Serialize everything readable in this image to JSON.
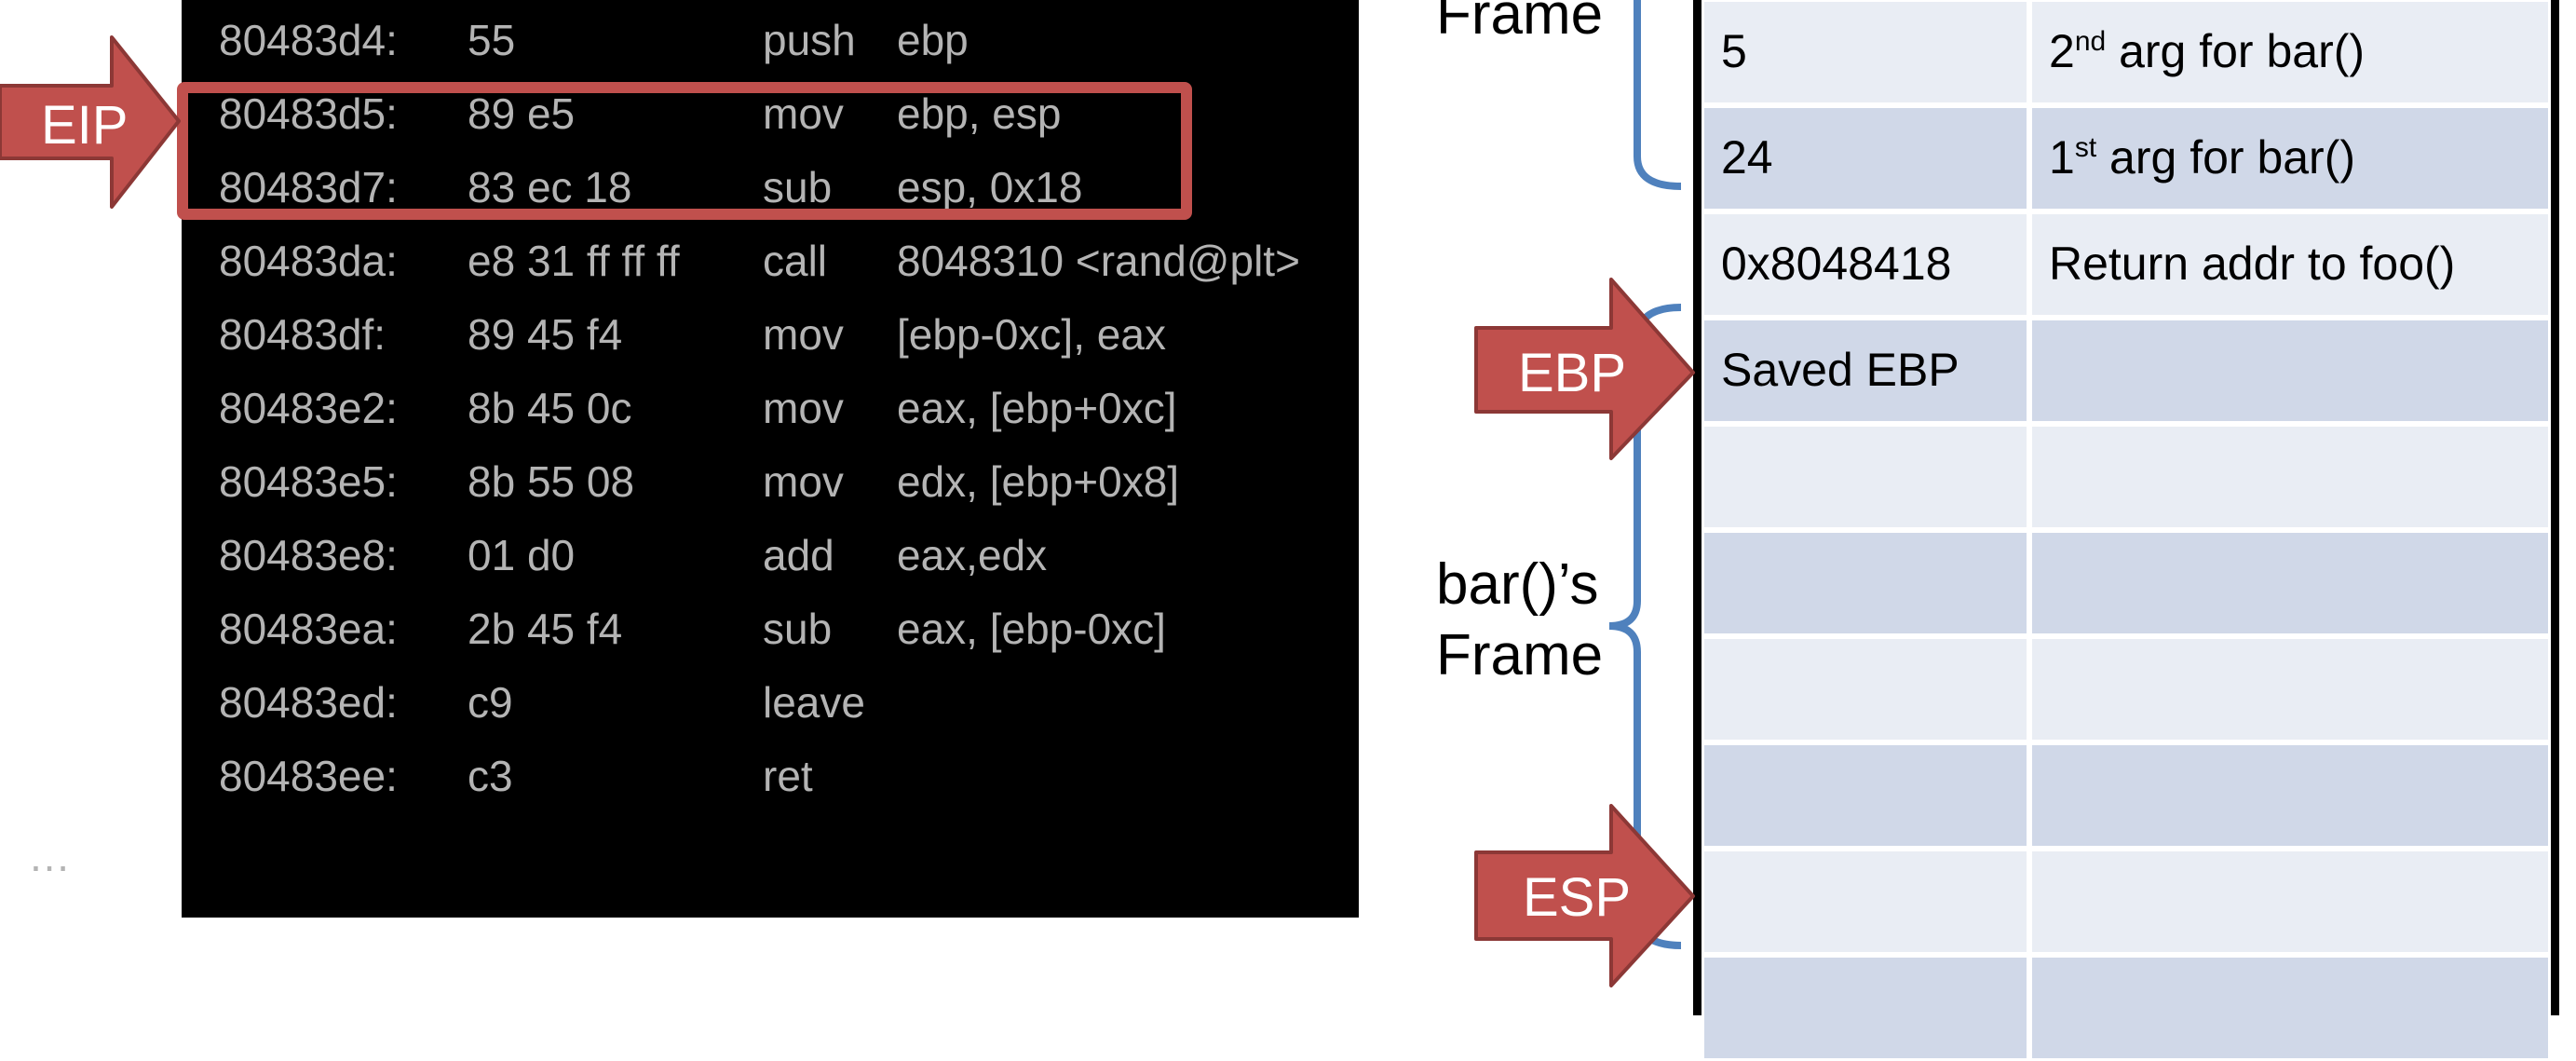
{
  "colors": {
    "asm_background": "#000000",
    "asm_text": "#b4b4b4",
    "highlight": "#c0504d",
    "arrow_fill": "#c0504d",
    "arrow_stroke": "#8c3836",
    "brace": "#4f81bd",
    "cell_dark": "#d0d8e8",
    "cell_light": "#e9edf4"
  },
  "disassembly": [
    {
      "addr": "80483d4:",
      "bytes": "55",
      "mnemonic": "push",
      "operands": "ebp"
    },
    {
      "addr": "80483d5:",
      "bytes": "89 e5",
      "mnemonic": "mov",
      "operands": "ebp, esp"
    },
    {
      "addr": "80483d7:",
      "bytes": "83 ec 18",
      "mnemonic": "sub",
      "operands": "esp, 0x18"
    },
    {
      "addr": "80483da:",
      "bytes": "e8 31 ff ff ff",
      "mnemonic": "call",
      "operands": "8048310 <rand@plt>"
    },
    {
      "addr": "80483df:",
      "bytes": "89 45 f4",
      "mnemonic": "mov",
      "operands": "[ebp-0xc], eax"
    },
    {
      "addr": "80483e2:",
      "bytes": "8b 45 0c",
      "mnemonic": "mov",
      "operands": "eax, [ebp+0xc]"
    },
    {
      "addr": "80483e5:",
      "bytes": "8b 55 08",
      "mnemonic": "mov",
      "operands": "edx, [ebp+0x8]"
    },
    {
      "addr": "80483e8:",
      "bytes": "01 d0",
      "mnemonic": "add",
      "operands": "eax,edx"
    },
    {
      "addr": "80483ea:",
      "bytes": "2b 45 f4",
      "mnemonic": "sub",
      "operands": "eax, [ebp-0xc]"
    },
    {
      "addr": "80483ed:",
      "bytes": "c9",
      "mnemonic": "leave",
      "operands": ""
    },
    {
      "addr": "80483ee:",
      "bytes": "c3",
      "mnemonic": "ret",
      "operands": ""
    }
  ],
  "ellipsis": "…",
  "stack": [
    {
      "value": "5",
      "desc_pre": "2",
      "desc_sup": "nd",
      "desc_post": " arg for bar()"
    },
    {
      "value": "24",
      "desc_pre": "1",
      "desc_sup": "st",
      "desc_post": " arg for bar()"
    },
    {
      "value": "0x8048418",
      "desc_pre": "Return addr to foo()",
      "desc_sup": "",
      "desc_post": ""
    },
    {
      "value": "Saved EBP",
      "desc_pre": "",
      "desc_sup": "",
      "desc_post": ""
    },
    {
      "value": "",
      "desc_pre": "",
      "desc_sup": "",
      "desc_post": ""
    },
    {
      "value": "",
      "desc_pre": "",
      "desc_sup": "",
      "desc_post": ""
    },
    {
      "value": "",
      "desc_pre": "",
      "desc_sup": "",
      "desc_post": ""
    },
    {
      "value": "",
      "desc_pre": "",
      "desc_sup": "",
      "desc_post": ""
    },
    {
      "value": "",
      "desc_pre": "",
      "desc_sup": "",
      "desc_post": ""
    },
    {
      "value": "",
      "desc_pre": "",
      "desc_sup": "",
      "desc_post": ""
    }
  ],
  "labels": {
    "top_frame": "Frame",
    "bar_frame_line1": "bar()’s",
    "bar_frame_line2": "Frame",
    "eip": "EIP",
    "ebp": "EBP",
    "esp": "ESP"
  }
}
